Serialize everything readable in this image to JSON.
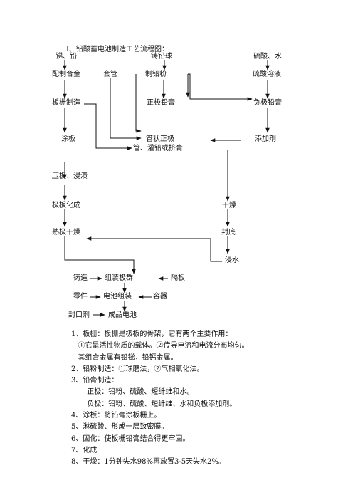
{
  "doc": {
    "title": "I、铅酸蓄电池制造工艺流程图："
  },
  "flow": {
    "n_tin_lead": "锑、铅",
    "n_cast_lead_ball": "铸铅球",
    "n_acid_water": "硫酸、水",
    "n_alloy": "配制合金",
    "n_sleeve": "套管",
    "n_lead_powder": "制铅粉",
    "n_acid_solution": "硫酸溶液",
    "n_grid": "板栅制造",
    "n_pos_paste": "正极铅膏",
    "n_neg_paste": "负极铅膏",
    "n_pasting": "涂板",
    "n_tubular_1": "管状正极",
    "n_tubular_2": "管、灌铅或挤膏",
    "n_additive": "添加剂",
    "n_press_soak": "压板、浸渍",
    "n_formation": "极板化成",
    "n_drying": "干燥",
    "n_cured_dry": "熟极干燥",
    "n_seal_bottom": "封底",
    "n_soak_water": "浸水",
    "n_casting": "铸造",
    "n_plate_group": "组装极群",
    "n_separator": "隔板",
    "n_parts": "零件",
    "n_battery_assembly": "电池组装",
    "n_container": "容器",
    "n_sealant": "封口剂",
    "n_finished": "成品电池"
  },
  "notes": [
    "1、板栅：板栅是极板的骨架，它有两个主要作用：",
    "   ①它是活性物质的载体。②传导电流和电流分布均匀。",
    "   其组合金属有铅锑，铅钙金属。",
    "2、铅粉制造：①球磨法，②气相氧化法。",
    "3、铅膏制造：",
    "       正极：铅粉、硫酸、短纤维和水。",
    "       负极：铅粉、硫酸、短纤维、水和负极添加剂。",
    "4、涂板：将铅膏涂板栅上。",
    "5、淋硫酸、形成一层致密膜。",
    "6、固化：使板栅铅膏结合得更牢固。",
    "7、化成",
    "8、干燥：1分钟失水98%再放置3-5天失水2%。"
  ],
  "colors": {
    "ink": "#111111",
    "background": "#ffffff"
  }
}
